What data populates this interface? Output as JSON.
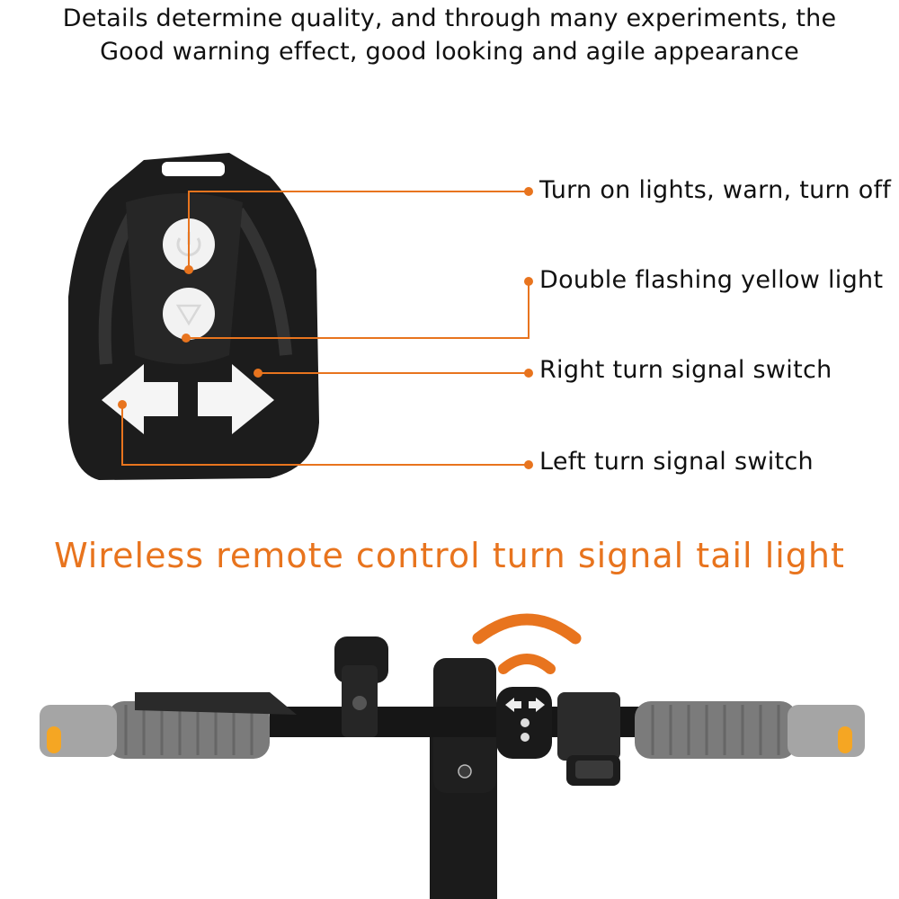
{
  "intro": {
    "line1": "Details determine quality, and through many experiments, the",
    "line2": "Good warning effect, good looking and agile appearance"
  },
  "callouts": [
    {
      "label": "Turn on lights, warn, turn off"
    },
    {
      "label": "Double flashing yellow light"
    },
    {
      "label": "Right turn signal switch"
    },
    {
      "label": "Left turn signal switch"
    }
  ],
  "headline": "Wireless remote control turn signal tail light",
  "colors": {
    "accent": "#e8741e",
    "remote_body": "#1e1e1e",
    "grip": "#7a7a7a",
    "indicator_light": "#f5a623"
  },
  "icons": [
    "power-icon",
    "triangle-warning-icon",
    "arrow-left-icon",
    "arrow-right-icon",
    "wireless-signal-icon"
  ]
}
